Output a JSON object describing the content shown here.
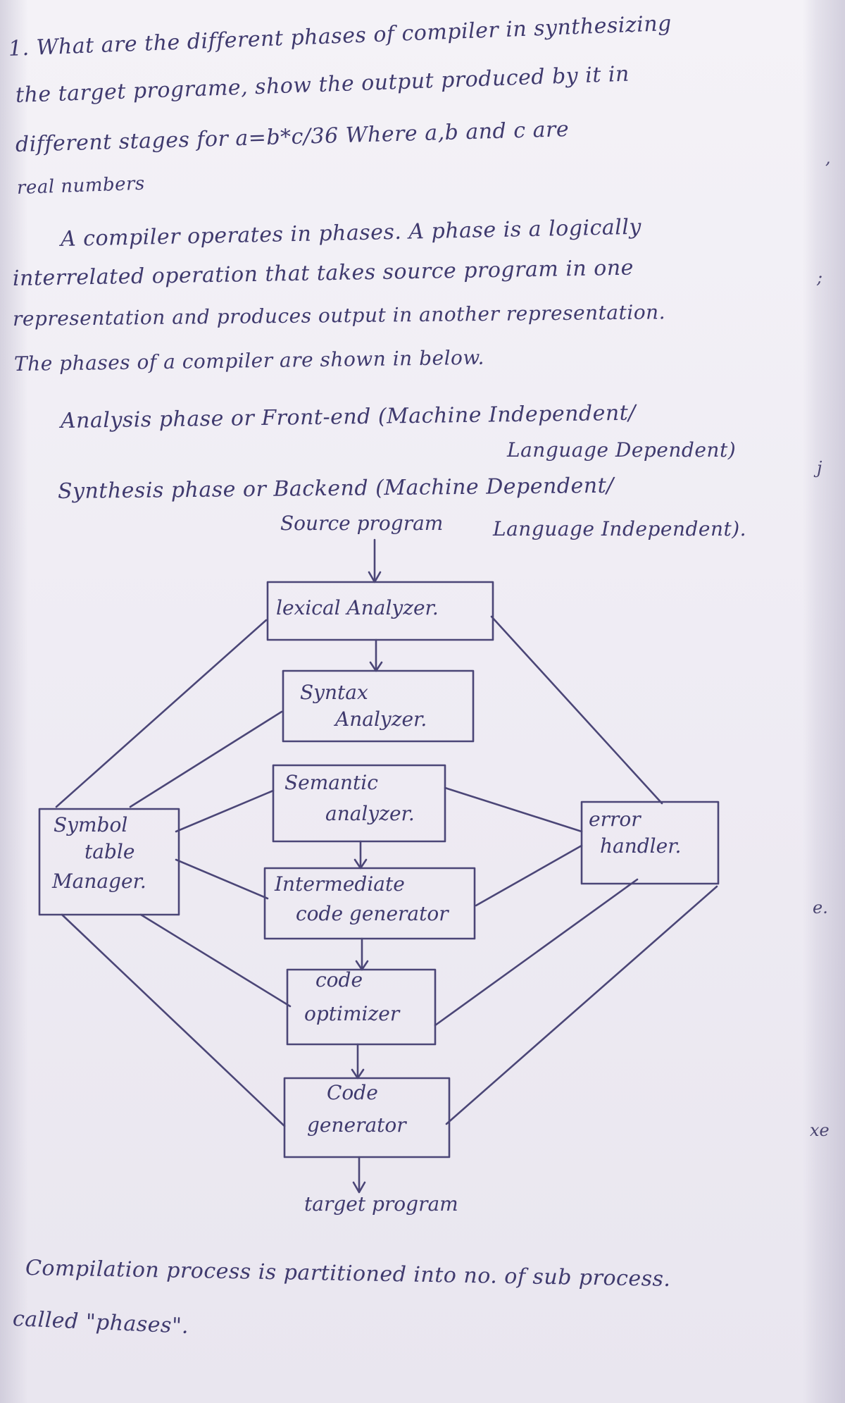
{
  "question": {
    "line1": "1. What are the different phases of compiler in synthesizing",
    "line2": "the target programe, show the output produced by it in",
    "line3": "different stages for a=b*c/36 Where a,b and c are",
    "line4": "real numbers"
  },
  "intro": {
    "line1": "A compiler operates in phases. A phase is a logically",
    "line2": "interrelated operation that takes source program in one",
    "line3": "representation and produces output in another representation.",
    "line4": "The phases of a compiler are shown in below."
  },
  "phases": {
    "analysis_line1": "Analysis phase or Front-end (Machine Independent/",
    "analysis_line2": "Language Dependent)",
    "synthesis_line1": "Synthesis phase or Backend (Machine Dependent/",
    "synthesis_line2": "Language Independent)."
  },
  "diagram": {
    "source": "Source program",
    "lexical": "lexical Analyzer.",
    "syntax_line1": "Syntax",
    "syntax_line2": "Analyzer.",
    "semantic_line1": "Semantic",
    "semantic_line2": "analyzer.",
    "intermediate_line1": "Intermediate",
    "intermediate_line2": "code generator",
    "optimizer_line1": "code",
    "optimizer_line2": "optimizer",
    "codegen_line1": "Code",
    "codegen_line2": "generator",
    "target": "target program",
    "symbol_line1": "Symbol",
    "symbol_line2": "table",
    "symbol_line3": "Manager.",
    "error_line1": "error",
    "error_line2": "handler."
  },
  "conclusion": {
    "line1": "Compilation process is partitioned into no. of sub process.",
    "line2": "called \"phases\"."
  },
  "margin": {
    "m1": ",",
    "m2": ";",
    "m3": "j",
    "m4": "e.",
    "m5": "xe"
  }
}
